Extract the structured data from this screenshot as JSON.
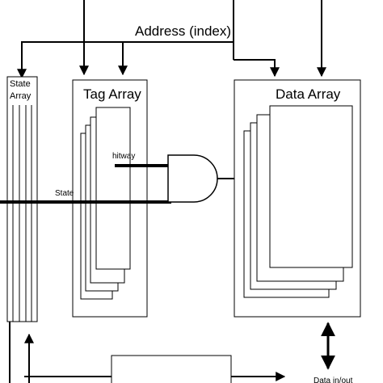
{
  "address_label": "Address (index)",
  "state_array": {
    "label_line1": "State",
    "label_line2": "Array"
  },
  "tag_array": {
    "label": "Tag Array"
  },
  "data_array": {
    "label": "Data Array"
  },
  "hitway_label": "hitway",
  "state_label": "State",
  "data_io_label": "Data in/out",
  "colors": {
    "stroke": "#000000",
    "background": "#ffffff"
  }
}
